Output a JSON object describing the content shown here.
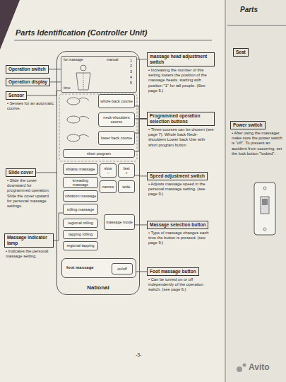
{
  "diagram": {
    "title": "Parts Identification (Controller Unit)",
    "nodes": [
      {
        "text": [
          "Operation switch"
        ]
      },
      {
        "text": [
          "Operation display"
        ]
      },
      {
        "text": [
          "Sensor",
          "• Senses for an automatic course."
        ]
      },
      {
        "text": [
          "Slide cover",
          "• Slide the cover downward for programmed operation. Slide the cover upward for personal massage settings."
        ]
      },
      {
        "text": [
          "Massage indicator lamp",
          "• Indicates the personal massage setting."
        ]
      },
      {
        "text": [
          "massage head adjustment switch",
          "• Increasing the number of this setting lowers the position of the massage heads, starting with position \"1\" for tall people. (See page 5.)"
        ]
      },
      {
        "text": [
          "Programmed operation selection buttons",
          "• Three courses can be chosen (see page 7). Whole back Neck-shoulders Lower back Use with short program button"
        ]
      },
      {
        "text": [
          "Speed adjustment switch",
          "• Adjusts massage speed in the personal massage setting. (see page 9.)"
        ]
      },
      {
        "text": [
          "Massage selection button",
          "• Type of massage changes each time the button is pressed. (see page 9.)"
        ]
      },
      {
        "text": [
          "Foot massage button",
          "• Can be turned on or off independently of the operation switch. (see page 6.)"
        ]
      },
      {
        "text": [
          "National"
        ]
      },
      {
        "text": [
          "for massage",
          "manual",
          "time"
        ],
        "in": 10
      },
      {
        "text": [
          "whole back course"
        ],
        "in": 10
      },
      {
        "text": [
          "neck-shoulders course"
        ],
        "in": 10
      },
      {
        "text": [
          "lower back course"
        ],
        "in": 10
      },
      {
        "text": [
          "short program"
        ],
        "in": 10
      },
      {
        "text": [
          "shiatsu massage"
        ],
        "in": 10
      },
      {
        "text": [
          "kneading massage"
        ],
        "in": 10
      },
      {
        "text": [
          "vibration massage"
        ],
        "in": 10
      },
      {
        "text": [
          "rolling massage"
        ],
        "in": 10
      },
      {
        "text": [
          "slow",
          "−"
        ],
        "in": 10
      },
      {
        "text": [
          "fast",
          "+"
        ],
        "in": 10
      },
      {
        "text": [
          "narrow"
        ],
        "in": 10
      },
      {
        "text": [
          "wide"
        ],
        "in": 10
      },
      {
        "text": [
          "regional rolling"
        ],
        "in": 10
      },
      {
        "text": [
          "tapping rolling"
        ],
        "in": 10
      },
      {
        "text": [
          "regional tapping"
        ],
        "in": 10
      },
      {
        "text": [
          "massage mode"
        ],
        "in": 10
      },
      {
        "text": [
          "foot massage"
        ],
        "in": 10
      },
      {
        "text": [
          "on/off"
        ],
        "in": 28
      },
      {
        "text": [
          "Seat"
        ]
      },
      {
        "text": [
          "Power switch",
          "• After using the massager, make sure the power switch is \"off\". To prevent an accident from occurring, set the lock button \"locked\"."
        ]
      }
    ],
    "edges": [
      {
        "from": 0,
        "to": 11,
        "arrow": "none"
      },
      {
        "from": 1,
        "to": 11,
        "arrow": "none"
      },
      {
        "from": 2,
        "to": 11,
        "arrow": "none"
      },
      {
        "from": 3,
        "to": 10,
        "arrow": "none"
      },
      {
        "from": 4,
        "to": 19,
        "arrow": "none"
      },
      {
        "from": 5,
        "to": 11,
        "arrow": "none"
      },
      {
        "from": 6,
        "to": 12,
        "arrow": "none"
      },
      {
        "from": 6,
        "to": 13,
        "arrow": "none"
      },
      {
        "from": 6,
        "to": 14,
        "arrow": "none"
      },
      {
        "from": 6,
        "to": 15,
        "arrow": "none"
      },
      {
        "from": 7,
        "to": 21,
        "arrow": "none"
      },
      {
        "from": 8,
        "to": 27,
        "arrow": "none"
      },
      {
        "from": 9,
        "to": 29,
        "arrow": "none"
      }
    ],
    "labels": [
      "Parts",
      "1",
      "2",
      "3",
      "4",
      "5",
      "-3-",
      "Avito"
    ]
  }
}
